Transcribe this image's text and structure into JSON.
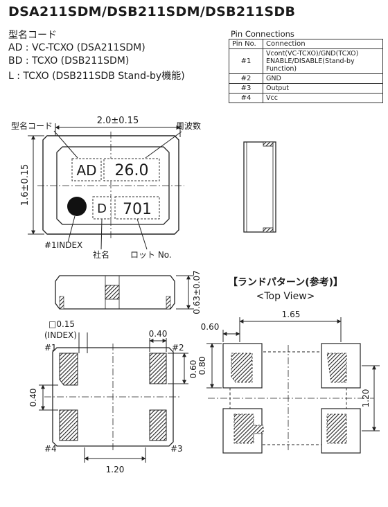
{
  "title": "DSA211SDM/DSB211SDM/DSB211SDB",
  "model_heading": "型名コード",
  "model_lines": [
    "AD : VC-TCXO (DSA211SDM)",
    "BD : TCXO (DSB211SDM)",
    "L : TCXO (DSB211SDB Stand-by機能)"
  ],
  "pin_table": {
    "caption": "Pin Connections",
    "headers": [
      "Pin No.",
      "Connection"
    ],
    "rows": [
      {
        "pin": "#1",
        "conn": "Vcont(VC-TCXO)/GND(TCXO)",
        "conn2": "ENABLE/DISABLE(Stand-by Function)"
      },
      {
        "pin": "#2",
        "conn": "GND",
        "conn2": ""
      },
      {
        "pin": "#3",
        "conn": "Output",
        "conn2": ""
      },
      {
        "pin": "#4",
        "conn": "Vcc",
        "conn2": ""
      }
    ]
  },
  "top_view": {
    "width_dim": "2.0±0.15",
    "height_dim": "1.6±0.15",
    "model_code_label": "型名コード",
    "freq_label": "周波数",
    "marking_model": "AD",
    "marking_freq": "26.0",
    "marking_maker": "D",
    "marking_lot": "701",
    "index_label": "#1INDEX",
    "maker_label": "社名",
    "lot_label": "ロット No."
  },
  "side_view": {
    "height_dim": "0.63±0.07"
  },
  "bottom_view": {
    "flatness": "□0.15",
    "index_note": "(INDEX)",
    "pad_w": "0.40",
    "pad_h": "0.60",
    "pitch_v": "0.40",
    "pitch_h": "1.20",
    "pins": [
      "#1",
      "#2",
      "#3",
      "#4"
    ]
  },
  "land_pattern": {
    "title": "【ランドパターン(参考)】",
    "subtitle": "<Top View>",
    "dim_w": "0.60",
    "dim_pitch": "1.65",
    "dim_h": "0.80",
    "dim_vpitch": "1.20"
  }
}
